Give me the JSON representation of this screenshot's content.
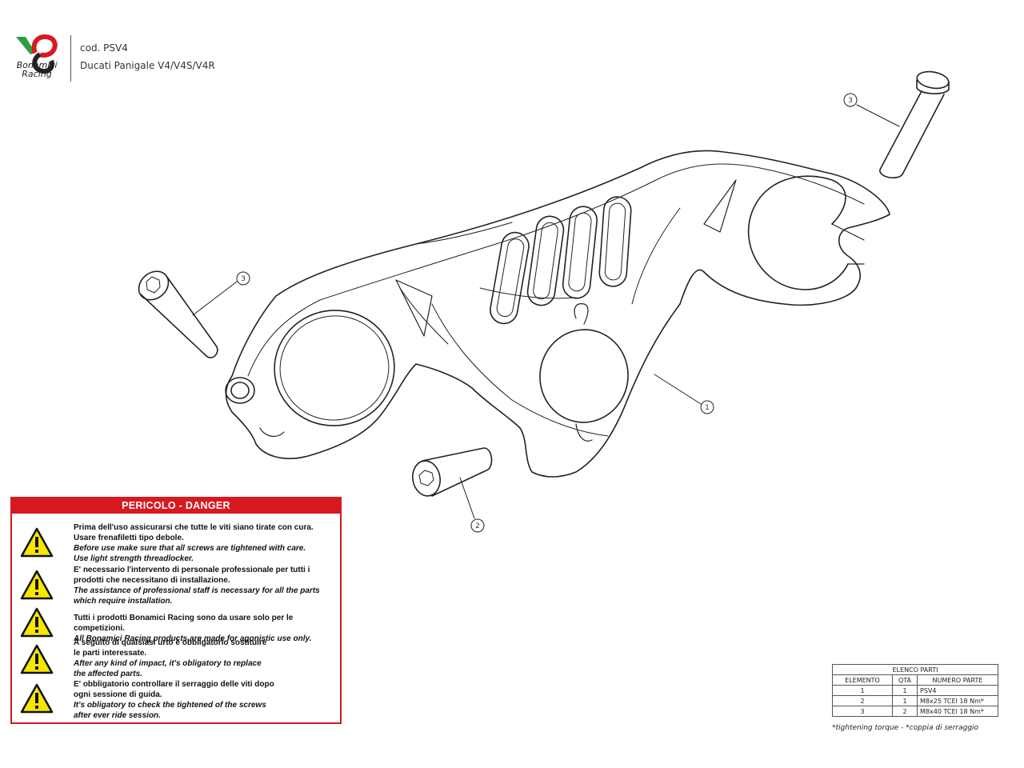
{
  "header": {
    "brand_line1": "Bonamici",
    "brand_line2": "Racing",
    "product_code": "cod. PSV4",
    "product_model": "Ducati Panigale V4/V4S/V4R"
  },
  "colors": {
    "danger_red": "#d71920",
    "logo_green": "#2e9e44",
    "logo_red": "#d71920",
    "warning_yellow": "#f6e600"
  },
  "callouts": [
    "1",
    "2",
    "3",
    "3"
  ],
  "danger": {
    "title": "PERICOLO - DANGER",
    "icon": "warning-triangle-icon",
    "warnings": [
      {
        "it": [
          "Prima dell'uso assicurarsi che tutte le viti siano tirate con cura.",
          "Usare frenafiletti tipo debole."
        ],
        "en": [
          "Before use make sure that all screws are tightened with care.",
          "Use light strength threadlocker."
        ]
      },
      {
        "it": [
          "E' necessario l'intervento di personale professionale per tutti i",
          "prodotti che necessitano di installazione."
        ],
        "en": [
          "The assistance of professional staff is necessary for all the parts",
          "which require installation."
        ]
      },
      {
        "it": [
          "Tutti i prodotti Bonamici Racing sono da usare solo per le competizioni."
        ],
        "en": [
          "All Bonamici Racing products are made for agonistic use only."
        ]
      },
      {
        "it": [
          "A seguito di qualsiasi urto è obbligatorio sostituire",
          "le parti interessate."
        ],
        "en": [
          "After any kind of impact, it's obligatory to replace",
          "the affected parts."
        ]
      },
      {
        "it": [
          "E' obbligatorio controllare il serraggio delle viti dopo",
          "ogni sessione di guida."
        ],
        "en": [
          "It's obligatory to check the tightened of the screws",
          "after ever ride session."
        ]
      }
    ]
  },
  "parts_list": {
    "caption": "ELENCO PARTI",
    "headers": [
      "ELEMENTO",
      "QTÀ",
      "NUMERO PARTE"
    ],
    "rows": [
      [
        "1",
        "1",
        "PSV4"
      ],
      [
        "2",
        "1",
        "M8x25 TCEI 18 Nm*"
      ],
      [
        "3",
        "2",
        "M8x40 TCEI 18 Nm*"
      ]
    ],
    "note": "*tightening torque - *coppia di serraggio"
  }
}
